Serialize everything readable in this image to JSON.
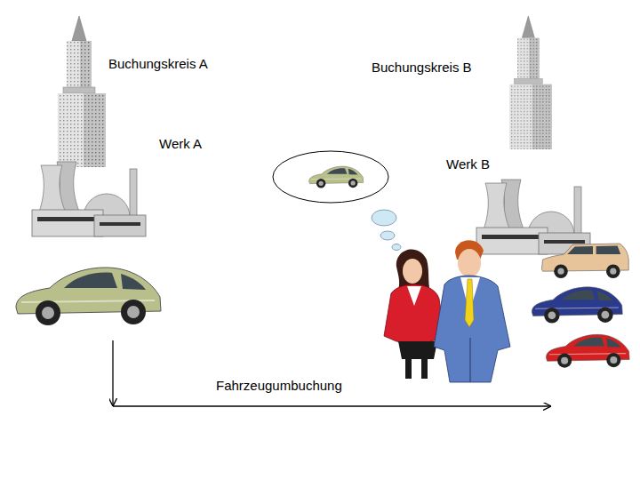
{
  "diagram": {
    "labels": [
      "Buchungskreis A",
      "Werk A",
      "Buchungskreis B",
      "Werk B",
      "Fahrzeugumbuchung"
    ]
  }
}
